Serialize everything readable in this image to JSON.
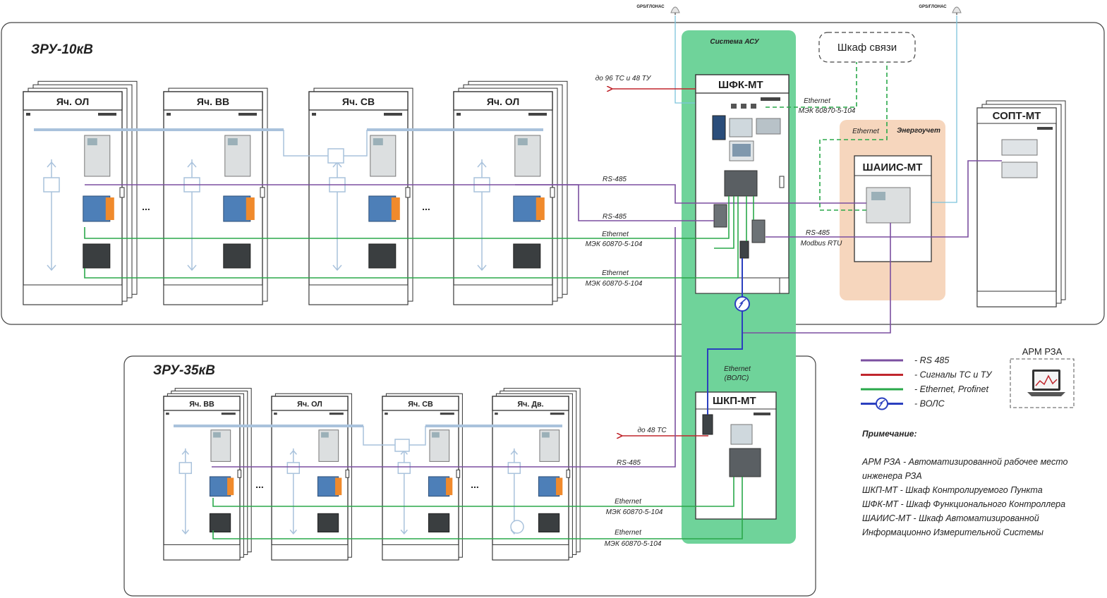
{
  "zones": {
    "zru10_title": "ЗРУ-10кВ",
    "zru35_title": "ЗРУ-35кВ",
    "asu_title": "Система АСУ",
    "energy_title": "Энергоучет",
    "energy_ethernet": "Ethernet"
  },
  "gps": {
    "left": "GPS/ГЛОНАС",
    "right": "GPS/ГЛОНАС"
  },
  "comm_cabinet": "Шкаф связи",
  "cells10": [
    {
      "label": "Яч. ОЛ"
    },
    {
      "label": "Яч. ВВ"
    },
    {
      "label": "Яч. СВ"
    },
    {
      "label": "Яч. ОЛ"
    }
  ],
  "cells35": [
    {
      "label": "Яч. ВВ"
    },
    {
      "label": "Яч. ОЛ"
    },
    {
      "label": "Яч. СВ"
    },
    {
      "label": "Яч. Дв."
    }
  ],
  "ellipsis": "...",
  "cabinets": {
    "shfk": "ШФК-МТ",
    "shkp": "ШКП-МТ",
    "shais": "ШАИИС-МТ",
    "sopt": "СОПТ-МТ"
  },
  "links": {
    "to96": "до 96 ТС и 48 ТУ",
    "to48": "до 48 ТС",
    "rs485": "RS-485",
    "ethernet": "Ethernet",
    "iec104": "МЭК 60870-5-104",
    "modbus": "Modbus RTU",
    "fiber_eth": "Ethernet",
    "fiber_vols": "(ВОЛС)"
  },
  "legend": {
    "items": [
      {
        "label": "- RS 485",
        "color": "#7b4fa0",
        "kind": "line"
      },
      {
        "label": "- Сигналы ТС и ТУ",
        "color": "#c0262d",
        "kind": "line"
      },
      {
        "label": "- Ethernet, Profinet",
        "color": "#2aa84a",
        "kind": "line"
      },
      {
        "label": "- ВОЛС",
        "color": "#2b3fbf",
        "kind": "fiber"
      }
    ],
    "arm_title": "АРМ РЗА"
  },
  "notes": {
    "title": "Примечание:",
    "lines": [
      "АРМ РЗА - Автоматизированной рабочее место",
      "инженера РЗА",
      "ШКП-МТ - Шкаф Контролируемого Пункта",
      "ШФК-МТ - Шкаф Функционального Контроллера",
      "ШАИИС-МТ - Шкаф Автоматизированной",
      "Информационно Измерительной Системы"
    ]
  },
  "colors": {
    "rs485": "#7b4fa0",
    "signals": "#c0262d",
    "ethernet": "#2aa84a",
    "fiber": "#2b3fbf",
    "asu_zone": "#6fd39a",
    "energy_zone": "#f6d6bd",
    "bus": "#a9c2dc",
    "gps_line": "#7cc4dc"
  }
}
